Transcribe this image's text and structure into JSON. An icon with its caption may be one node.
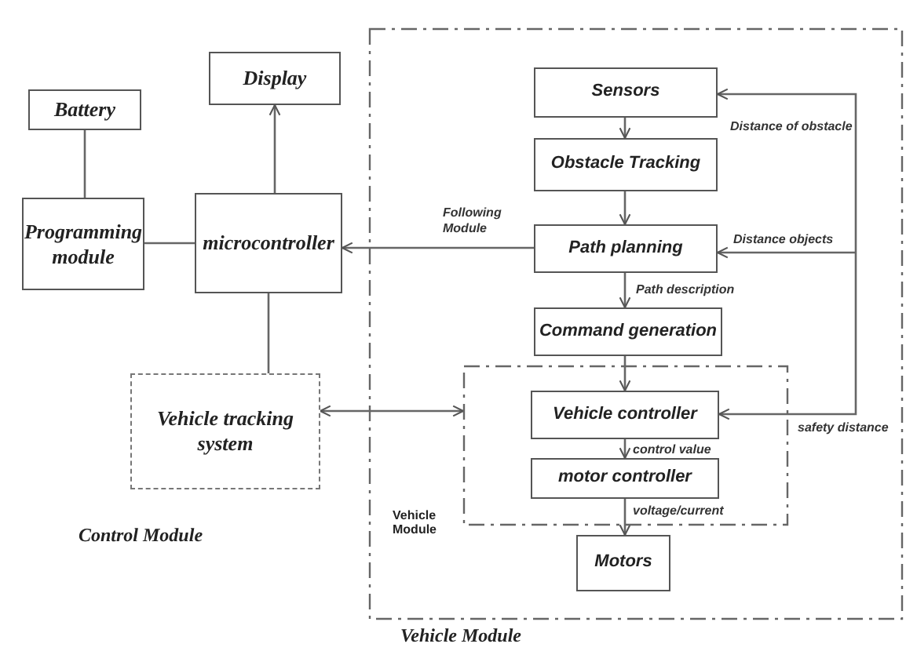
{
  "diagram": {
    "nodes": [
      {
        "text": [
          "Battery"
        ]
      },
      {
        "text": [
          "Display"
        ]
      },
      {
        "text": [
          "Programming module"
        ]
      },
      {
        "text": [
          "microcontroller"
        ]
      },
      {
        "text": [
          "Vehicle tracking system"
        ]
      },
      {
        "text": [
          "Vehicle Module"
        ]
      },
      {
        "text": [
          "Sensors"
        ],
        "in": 5
      },
      {
        "text": [
          "Obstacle Tracking"
        ],
        "in": 5
      },
      {
        "text": [
          "Path planning"
        ],
        "in": 5
      },
      {
        "text": [
          "Command generation"
        ],
        "in": 5
      },
      {
        "text": [
          "Vehicle Module"
        ],
        "in": 5
      },
      {
        "text": [
          "Vehicle controller"
        ],
        "in": 10
      },
      {
        "text": [
          "motor controller"
        ],
        "in": 10
      },
      {
        "text": [
          "Motors"
        ],
        "in": 5
      }
    ],
    "edges": [
      {
        "from": 0,
        "to": 2,
        "arrow": "none"
      },
      {
        "from": 2,
        "to": 3,
        "arrow": "none"
      },
      {
        "from": 3,
        "to": 1,
        "arrow": "to"
      },
      {
        "from": 3,
        "to": 4,
        "arrow": "none"
      },
      {
        "from": 8,
        "to": 3,
        "arrow": "to",
        "label": "Following Module"
      },
      {
        "from": 4,
        "to": 10,
        "arrow": "both"
      },
      {
        "from": 6,
        "to": 7,
        "arrow": "to"
      },
      {
        "from": 7,
        "to": 8,
        "arrow": "to"
      },
      {
        "from": 8,
        "to": 9,
        "arrow": "to",
        "label": "Path description"
      },
      {
        "from": 9,
        "to": 11,
        "arrow": "to"
      },
      {
        "from": 11,
        "to": 12,
        "arrow": "to",
        "label": "control value"
      },
      {
        "from": 12,
        "to": 13,
        "arrow": "to",
        "label": "voltage/current"
      },
      {
        "from": null,
        "to": 6,
        "arrow": "to",
        "label": "Distance of obstacle"
      },
      {
        "from": null,
        "to": 8,
        "arrow": "to",
        "label": "Distance objects"
      },
      {
        "from": null,
        "to": 11,
        "arrow": "to",
        "label": "safety distance"
      }
    ],
    "labels": [
      "Control Module"
    ]
  }
}
